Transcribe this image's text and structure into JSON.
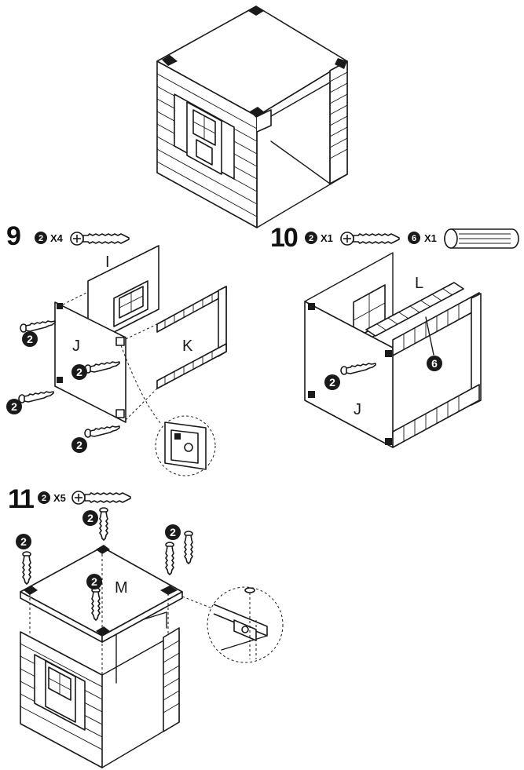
{
  "steps": [
    {
      "number": "9",
      "part_badge": "2",
      "quantity": "X4"
    },
    {
      "number": "10",
      "part_badge": "2",
      "quantity": "X1",
      "part_badge_2": "6",
      "quantity_2": "X1"
    },
    {
      "number": "11",
      "part_badge": "2",
      "quantity": "X5"
    }
  ],
  "panel_labels": {
    "step9": {
      "i": "I",
      "j": "J",
      "k": "K"
    },
    "step10": {
      "l": "L",
      "j": "J",
      "dowel": "6"
    },
    "step11": {
      "m": "M"
    }
  },
  "screw_badge": "2",
  "icons": [
    "screw-icon",
    "dowel-icon",
    "magnify-detail-icon"
  ]
}
